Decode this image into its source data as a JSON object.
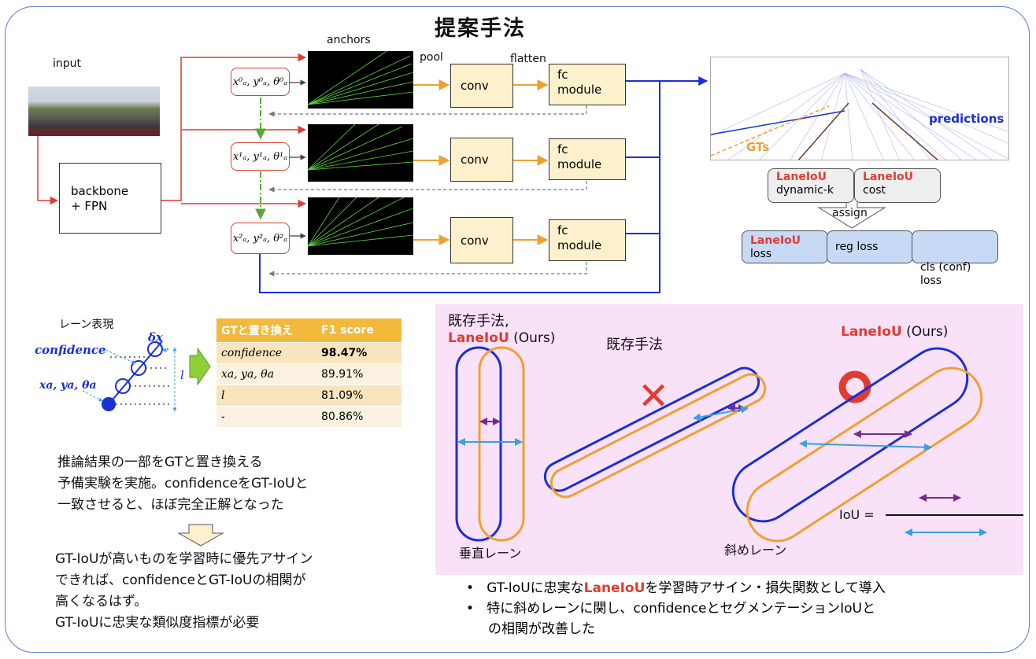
{
  "title": "提案手法",
  "pipeline": {
    "input_label": "input",
    "backbone_label": "backbone\n+ FPN",
    "anchors_label": "anchors",
    "pool_label": "pool",
    "flatten_label": "flatten",
    "stages": [
      {
        "anchor_params": "x⁰ₐ, y⁰ₐ, θ⁰ₐ",
        "conv": "conv",
        "fc": "fc\nmodule"
      },
      {
        "anchor_params": "x¹ₐ, y¹ₐ, θ¹ₐ",
        "conv": "conv",
        "fc": "fc\nmodule"
      },
      {
        "anchor_params": "x²ₐ, y²ₐ, θ²ₐ",
        "conv": "conv",
        "fc": "fc\nmodule"
      }
    ],
    "predictions_label": "predictions",
    "gts_label": "GTs",
    "assign_label": "assign",
    "assign_boxes": [
      {
        "highlight": "LaneIoU",
        "text": "dynamic-k"
      },
      {
        "highlight": "LaneIoU",
        "text": "cost"
      }
    ],
    "loss_boxes": [
      {
        "highlight": "LaneIoU",
        "text": "loss"
      },
      {
        "highlight": "",
        "text": "reg loss"
      },
      {
        "highlight": "",
        "text": "cls (conf)\nloss"
      }
    ]
  },
  "lane_repr": {
    "title": "レーン表現",
    "delta_x": "δx",
    "confidence": "confidence",
    "xy_theta": "xa, ya, θa",
    "l": "l"
  },
  "f1_table": {
    "headers": [
      "GTと置き換え",
      "F1 score"
    ],
    "rows": [
      {
        "item": "confidence",
        "score": "98.47%"
      },
      {
        "item": "xa, ya, θa",
        "score": "89.91%"
      },
      {
        "item": "l",
        "score": "81.09%"
      },
      {
        "item": "-",
        "score": "80.86%"
      }
    ]
  },
  "left_text": {
    "para1": [
      "推論結果の一部をGTと置き換える",
      "予備実験を実施。confidenceをGT-IoUと",
      "一致させると、ほぼ完全正解となった"
    ],
    "para2": [
      "GT-IoUが高いものを学習時に優先アサイン",
      "できれば、confidenceとGT-IoUの相関が",
      "高くなるはず。",
      "GT-IoUに忠実な類似度指標が必要"
    ]
  },
  "comparison": {
    "vertical_title_a": "既存手法,",
    "vertical_title_b_highlight": "LaneIoU",
    "vertical_title_b_rest": " (Ours)",
    "existing_title": "既存手法",
    "ours_title_highlight": "LaneIoU",
    "ours_title_rest": " (Ours)",
    "cross_mark": "✕",
    "vertical_label": "垂直レーン",
    "oblique_label": "斜めレーン",
    "iou_label": "IoU ="
  },
  "bullets": [
    {
      "pre": "GT-IoUに忠実な",
      "highlight": "LaneIoU",
      "post": "を学習時アサイン・損失関数として導入"
    },
    {
      "pre": "特に斜めレーンに関し、confidenceとセグメンテーションIoUと",
      "highlight": "",
      "post": ""
    },
    {
      "pre": "の相関が改善した",
      "highlight": "",
      "post": ""
    }
  ],
  "colors": {
    "accent_red": "#e03c31",
    "blue": "#1a2fd6",
    "orange": "#f0a030",
    "pink_bg": "#f9e1f8",
    "table_header": "#f2b93c"
  }
}
